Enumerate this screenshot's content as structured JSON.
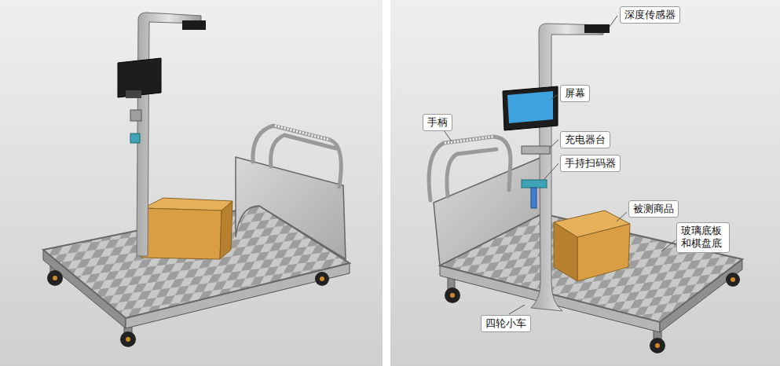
{
  "diagram": {
    "labels": [
      "深度传感器",
      "屏幕",
      "手柄",
      "充电器台",
      "手持扫码器",
      "被测商品",
      "玻璃底板 和棋盘底",
      "四轮小车"
    ]
  }
}
